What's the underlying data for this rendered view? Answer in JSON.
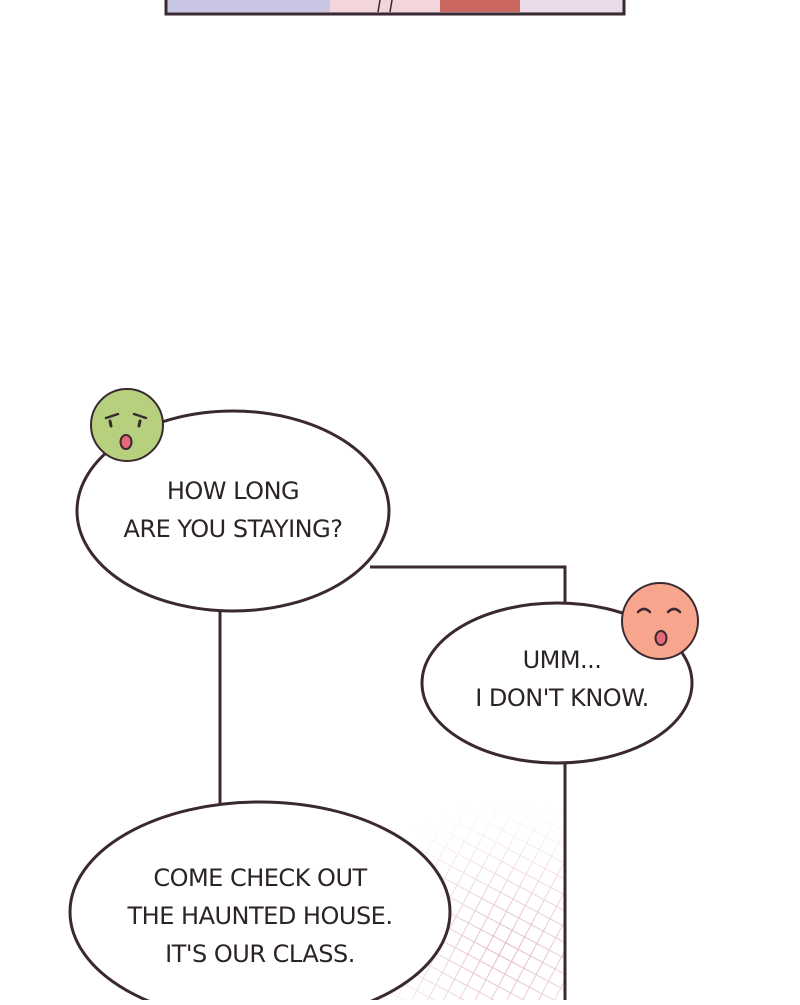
{
  "colors": {
    "ink": "#3a2a30",
    "bubble_fill": "#ffffff",
    "green_face": "#b6d07e",
    "orange_face": "#f7a58d",
    "cheek": "#e8677a",
    "hatch": "#e2b5bd"
  },
  "dialogue": {
    "bubble_1": {
      "line_1": "HOW LONG",
      "line_2": "ARE YOU STAYING?"
    },
    "bubble_2": {
      "line_1": "UMM...",
      "line_2": "I DON'T KNOW."
    },
    "bubble_3": {
      "line_1": "COME CHECK OUT",
      "line_2": "THE HAUNTED HOUSE.",
      "line_3": "IT'S OUR CLASS."
    }
  },
  "icons": {
    "speaker_1": "green-grumpy-face-icon",
    "speaker_2": "orange-nervous-face-icon"
  }
}
